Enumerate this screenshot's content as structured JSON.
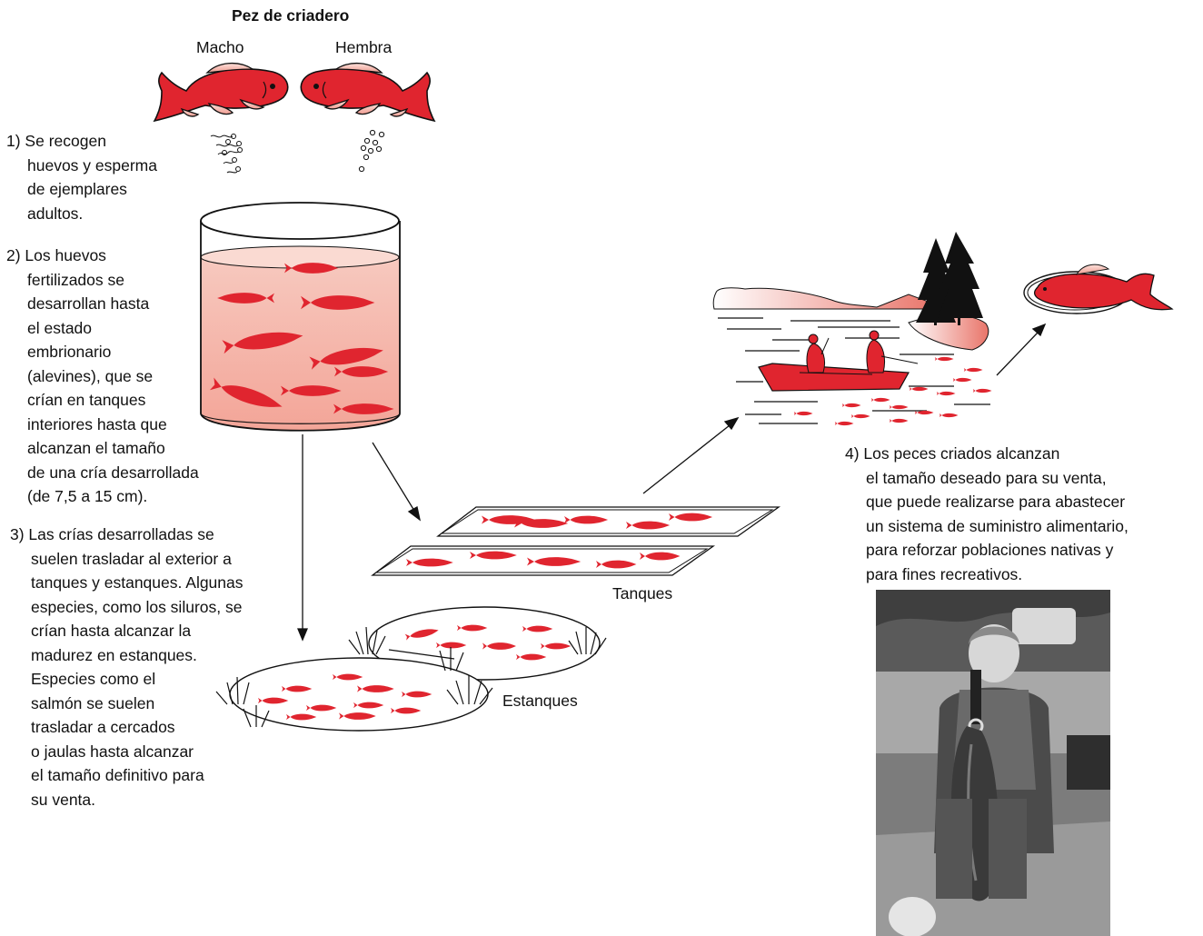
{
  "title": "Pez de criadero",
  "labels": {
    "male": "Macho",
    "female": "Hembra",
    "tanks": "Tanques",
    "ponds": "Estanques"
  },
  "steps": [
    {
      "lines": [
        "1) Se recogen",
        "huevos y esperma",
        "de ejemplares",
        "adultos."
      ]
    },
    {
      "lines": [
        "2) Los huevos",
        "fertilizados se",
        "desarrollan hasta",
        "el estado",
        "embrionario",
        "(alevines), que se",
        "crían en tanques",
        "interiores hasta que",
        "alcanzan el tamaño",
        "de una cría desarrollada",
        "(de 7,5 a 15 cm)."
      ]
    },
    {
      "lines": [
        "3) Las crías desarrolladas se",
        "suelen trasladar al exterior a",
        "tanques y estanques. Algunas",
        "especies, como los siluros, se",
        "crían hasta alcanzar la",
        "madurez en estanques.",
        "Especies como el",
        "salmón se suelen",
        "trasladar a cercados",
        "o jaulas hasta alcanzar",
        "el tamaño definitivo para",
        "su venta."
      ]
    },
    {
      "lines": [
        "4) Los peces criados alcanzan",
        "el tamaño deseado para su venta,",
        "que puede realizarse para abastecer",
        "un sistema de suministro alimentario,",
        "para reforzar poblaciones nativas y",
        "para fines recreativos."
      ]
    }
  ],
  "colors": {
    "fish_red": "#e0252f",
    "fish_light": "#f6c2ba",
    "water_top": "#f7c9bf",
    "water_bottom": "#f3a598",
    "outline": "#111111"
  },
  "icons": [
    "fish-icon",
    "egg-icon",
    "sperm-icon",
    "tree-icon",
    "boat-icon",
    "plate-icon",
    "arrow-icon"
  ]
}
